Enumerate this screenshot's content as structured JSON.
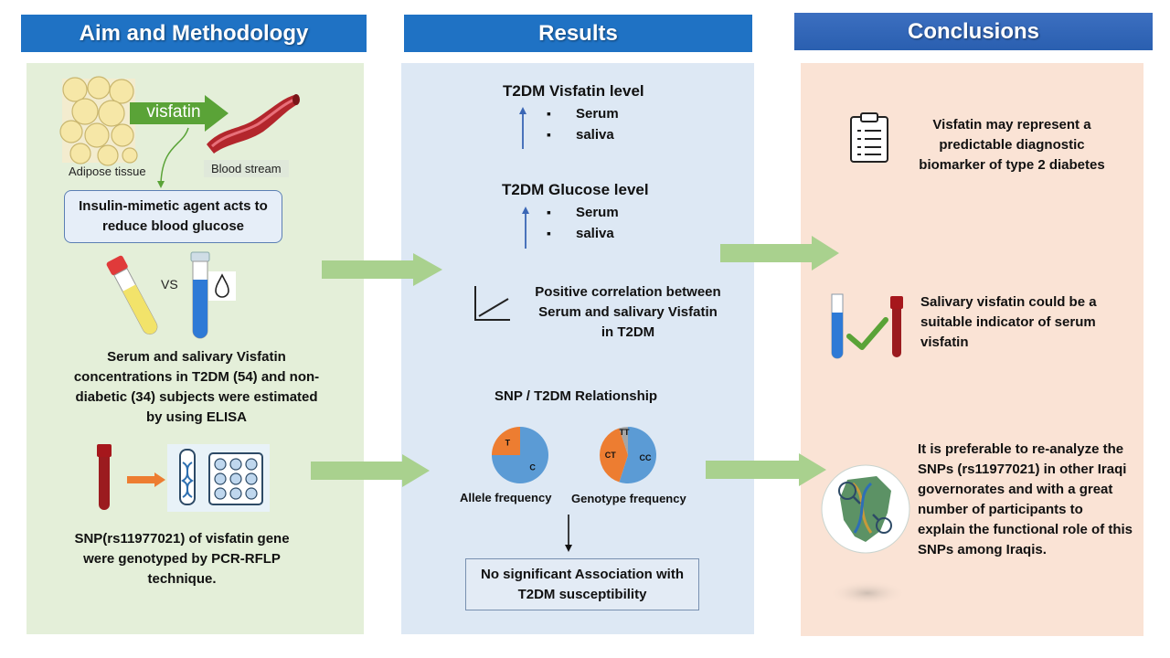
{
  "headers": {
    "aim": "Aim and Methodology",
    "results": "Results",
    "conclusions": "Conclusions"
  },
  "colors": {
    "header_blue": "#1f72c4",
    "header_blue_alt": "#2a64b8",
    "panel_green": "#e4efd9",
    "panel_blue": "#dde8f4",
    "panel_peach": "#fae3d5",
    "arrow_green": "#a9d18e",
    "pie_blue": "#5b9bd5",
    "pie_orange": "#ed7d31"
  },
  "aim": {
    "visfatin_label": "visfatin",
    "adipose_label": "Adipose tissue",
    "blood_label": "Blood stream",
    "insulin_box": "Insulin-mimetic agent acts to reduce blood glucose",
    "vs_label": "VS",
    "elisa_text": "Serum and salivary Visfatin concentrations in T2DM (54) and non-diabetic (34) subjects were estimated by using ELISA",
    "snp_text": "SNP(rs11977021) of visfatin gene were genotyped by PCR-RFLP technique."
  },
  "results": {
    "visfatin_title": "T2DM Visfatin level",
    "visfatin_items": [
      "Serum",
      "saliva"
    ],
    "glucose_title": "T2DM Glucose level",
    "glucose_items": [
      "Serum",
      "saliva"
    ],
    "correlation_text": "Positive correlation between Serum and salivary Visfatin in T2DM",
    "snp_title": "SNP / T2DM Relationship",
    "allele_caption": "Allele frequency",
    "genotype_caption": "Genotype frequency",
    "no_assoc_box": "No significant Association with T2DM susceptibility"
  },
  "conclusions": {
    "c1": "Visfatin may represent a predictable diagnostic biomarker of type 2 diabetes",
    "c2": "Salivary visfatin could be a suitable indicator of serum visfatin",
    "c3": "It is preferable to re-analyze the SNPs (rs11977021) in other Iraqi governorates and with a great number of participants to explain the functional role of this SNPs among Iraqis."
  },
  "chart_data": [
    {
      "type": "pie",
      "title": "Allele frequency",
      "categories": [
        "C",
        "T"
      ],
      "values": [
        75,
        25
      ]
    },
    {
      "type": "pie",
      "title": "Genotype frequency",
      "categories": [
        "CC",
        "CT",
        "TT"
      ],
      "values": [
        55,
        40,
        5
      ]
    }
  ],
  "icons": [
    "fat-cells-icon",
    "blood-vessel-icon",
    "serum-tube-icon",
    "saliva-tube-icon",
    "water-drop-icon",
    "blood-tube-icon",
    "pcr-plate-icon",
    "up-arrow-icon",
    "correlation-chart-icon",
    "clipboard-icon",
    "checkmark-icon",
    "iraq-dna-map-icon"
  ]
}
